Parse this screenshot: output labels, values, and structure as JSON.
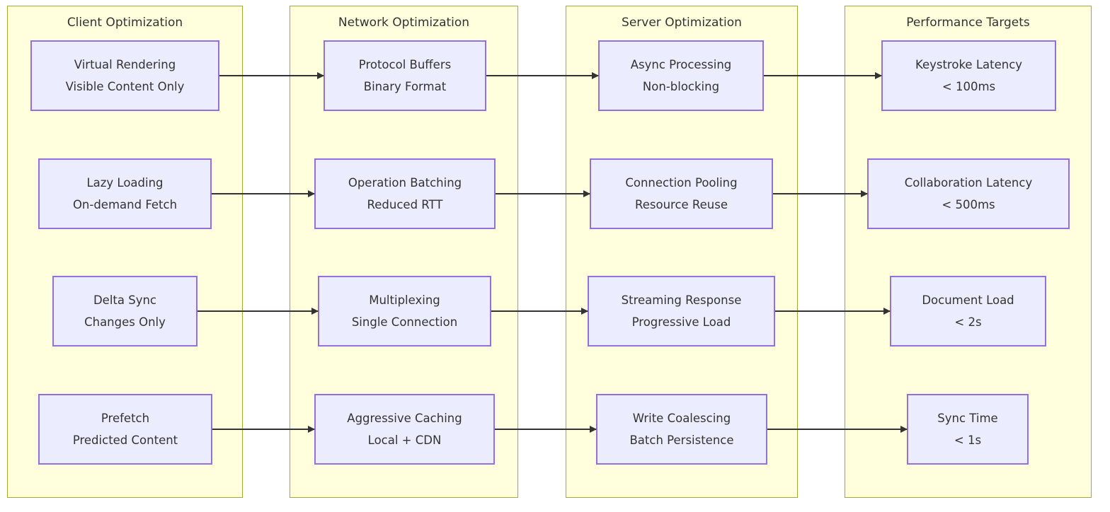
{
  "diagram_type": "flowchart",
  "colors": {
    "cluster_fill": "#ffffde",
    "cluster_border": "#aaaa33",
    "node_fill": "#ECECFF",
    "node_border": "#9370DB",
    "edge": "#333333",
    "text": "#333333"
  },
  "clusters": [
    {
      "title": "Client Optimization",
      "nodes": [
        {
          "line1": "Virtual Rendering",
          "line2": "Visible Content Only"
        },
        {
          "line1": "Lazy Loading",
          "line2": "On-demand Fetch"
        },
        {
          "line1": "Delta Sync",
          "line2": "Changes Only"
        },
        {
          "line1": "Prefetch",
          "line2": "Predicted Content"
        }
      ]
    },
    {
      "title": "Network Optimization",
      "nodes": [
        {
          "line1": "Protocol Buffers",
          "line2": "Binary Format"
        },
        {
          "line1": "Operation Batching",
          "line2": "Reduced RTT"
        },
        {
          "line1": "Multiplexing",
          "line2": "Single Connection"
        },
        {
          "line1": "Aggressive Caching",
          "line2": "Local + CDN"
        }
      ]
    },
    {
      "title": "Server Optimization",
      "nodes": [
        {
          "line1": "Async Processing",
          "line2": "Non-blocking"
        },
        {
          "line1": "Connection Pooling",
          "line2": "Resource Reuse"
        },
        {
          "line1": "Streaming Response",
          "line2": "Progressive Load"
        },
        {
          "line1": "Write Coalescing",
          "line2": "Batch Persistence"
        }
      ]
    },
    {
      "title": "Performance Targets",
      "nodes": [
        {
          "line1": "Keystroke Latency",
          "line2": "< 100ms"
        },
        {
          "line1": "Collaboration Latency",
          "line2": "< 500ms"
        },
        {
          "line1": "Document Load",
          "line2": "< 2s"
        },
        {
          "line1": "Sync Time",
          "line2": "< 1s"
        }
      ]
    }
  ]
}
